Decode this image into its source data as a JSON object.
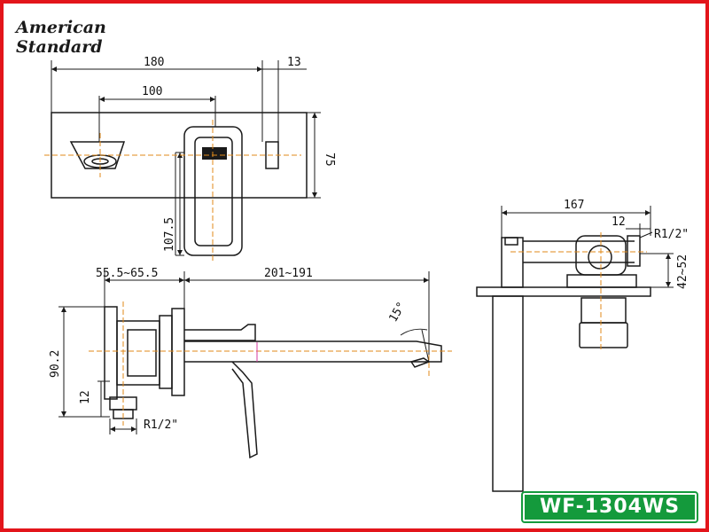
{
  "brand": {
    "line1": "American",
    "line2": "Standard"
  },
  "badge_model": "WF-1304WS",
  "dimensions": {
    "top_overall": "180",
    "top_depth": "13",
    "top_inner": "100",
    "top_height": "75",
    "top_lever": "107.5",
    "side_body_range": "55.5~65.5",
    "side_spout_range": "201~191",
    "side_angle": "15°",
    "side_height": "90.2",
    "side_small": "12",
    "side_thread": "R1/2\"",
    "right_overall": "167",
    "right_small": "12",
    "right_thread": "R1/2\"",
    "right_range": "42~52"
  },
  "palette": {
    "line": "#1a1a1a",
    "center_line": "#e08a1a",
    "accent_line": "#d63aa0",
    "frame": "#e3151b",
    "badge": "#149a3c"
  }
}
